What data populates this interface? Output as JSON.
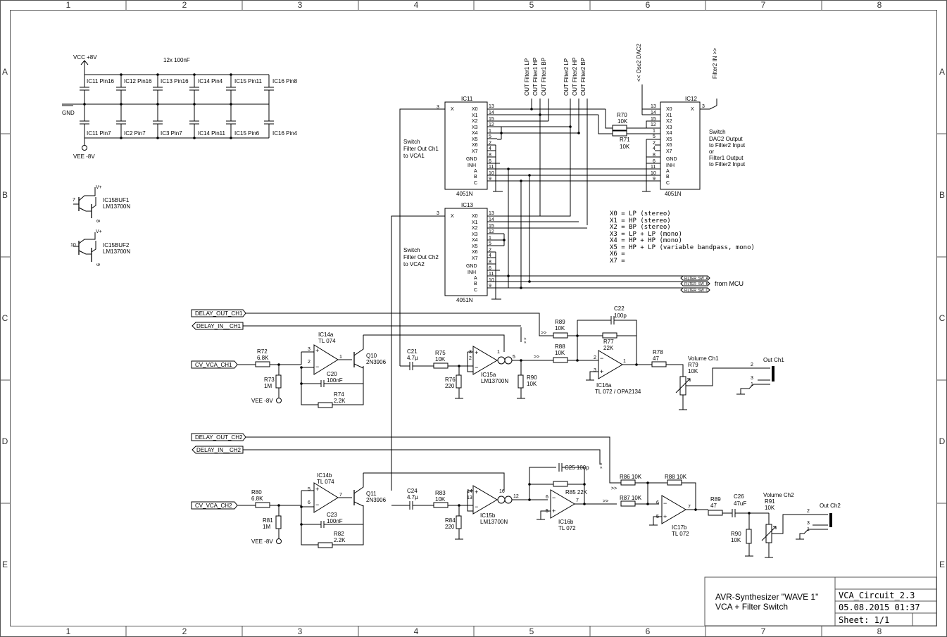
{
  "frame": {
    "columns": [
      "1",
      "2",
      "3",
      "4",
      "5",
      "6",
      "7",
      "8"
    ],
    "rows": [
      "A",
      "B",
      "C",
      "D",
      "E"
    ]
  },
  "power": {
    "vcc": "VCC +8V",
    "vee": "VEE -8V",
    "gnd": "GND",
    "cap_note": "12x 100nF",
    "caps_top": [
      "IC11 Pin16",
      "IC12 Pin16",
      "IC13 Pin16",
      "IC14 Pin4",
      "IC15 Pin11",
      "IC16 Pin8"
    ],
    "caps_bottom": [
      "IC11 Pin7",
      "IC2 Pin7",
      "IC3 Pin7",
      "IC14 Pin11",
      "IC15 Pin6",
      "IC16 Pin4"
    ]
  },
  "buffers": [
    {
      "name": "IC15BUF1",
      "part": "LM13700N",
      "pin_in": "7",
      "pin_out": "8",
      "supply": "V+"
    },
    {
      "name": "IC15BUF2",
      "part": "LM13700N",
      "pin_in": "10",
      "pin_out": "9",
      "supply": "V+"
    }
  ],
  "outputs_top": [
    "OUT Filter1 LP",
    "OUT Filter1 HP",
    "OUT Filter1 BP",
    "OUT Filter2 LP",
    "OUT Filter2 HP",
    "OUT Filter2 BP"
  ],
  "osc_dac2": "<< Osc2 DAC2",
  "filter2_in": "Filter2 IN >>",
  "ic11": {
    "name": "IC11",
    "part": "4051N",
    "left": [
      "X",
      "X0",
      "X1",
      "X2",
      "X3",
      "X4",
      "X5",
      "X6",
      "X7",
      "GND",
      "INH",
      "A",
      "B",
      "C"
    ],
    "pins": [
      "3",
      "13",
      "14",
      "15",
      "12",
      "1",
      "5",
      "2",
      "4",
      "8",
      "6",
      "11",
      "10",
      "9"
    ],
    "note_lines": [
      "Switch",
      "Filter Out Ch1",
      "to VCA1"
    ]
  },
  "ic12": {
    "name": "IC12",
    "part": "4051N",
    "pins": [
      "13",
      "14",
      "15",
      "12",
      "1",
      "5",
      "2",
      "4",
      "8",
      "6",
      "11",
      "10",
      "9"
    ],
    "labels": [
      "X0",
      "X1",
      "X2",
      "X3",
      "X4",
      "X5",
      "X6",
      "X7",
      "GND",
      "INH",
      "A",
      "B",
      "C"
    ],
    "x_pin": "X",
    "x_num": "3",
    "note_lines": [
      "Switch",
      "DAC2 Output",
      "to Filter2 Input",
      "or",
      "Filter1 Output",
      "to Filter2 Input"
    ]
  },
  "ic13": {
    "name": "IC13",
    "part": "4051N",
    "note_lines": [
      "Switch",
      "Filter Out Ch2",
      "to VCA2"
    ]
  },
  "r70": {
    "name": "R70",
    "value": "10K"
  },
  "r71": {
    "name": "R71",
    "value": "10K"
  },
  "mux_table": [
    "X0 = LP (stereo)",
    "X1 = HP (stereo)",
    "X2 = BP (stereo)",
    "X3 = LP + LP (mono)",
    "X4 = HP + HP (mono)",
    "X5 = HP + LP (variable bandpass, mono)",
    "X6 =",
    "X7 ="
  ],
  "from_mcu": "from MCU",
  "mcu_ports": [
    "FILTER_SW_A",
    "FILTER_SW_B",
    "FILTER_SW_C"
  ],
  "ports": {
    "delay_out_ch1": "DELAY_OUT_CH1",
    "delay_in_ch1": "DELAY_IN__CH1",
    "cv_vca_ch1": "CV_VCA_CH1",
    "delay_out_ch2": "DELAY_OUT_CH2",
    "delay_in_ch2": "DELAY_IN__CH2",
    "cv_vca_ch2": "CV_VCA_CH2"
  },
  "ch1": {
    "r72": "R72",
    "r72v": "6.8K",
    "r73": "R73",
    "r73v": "1M",
    "vee": "VEE -8V",
    "ic14a": "IC14a",
    "ic14a_part": "TL 074",
    "q10": "Q10",
    "q10_part": "2N3906",
    "c20": "C20",
    "c20v": "100nF",
    "r74": "R74",
    "r74v": "2.2K",
    "c21": "C21",
    "c21v": "4.7µ",
    "r75": "R75",
    "r75v": "10K",
    "r76": "R76",
    "r76v": "220",
    "ic15a": "IC15a",
    "ic15a_part": "LM13700N",
    "r90": "R90",
    "r90v": "10K",
    "r89": "R89",
    "r89v": "10K",
    "r88": "R88",
    "r88v": "10K",
    "c22": "C22",
    "c22v": "100p",
    "r77": "R77",
    "r77v": "22K",
    "ic16a": "IC16a",
    "ic16a_part": "TL 072 / OPA2134",
    "r78": "R78",
    "r78v": "47",
    "vol": "Volume Ch1",
    "r79": "R79",
    "r79v": "10K",
    "out": "Out Ch1",
    "pins": {
      "ic14_p3": "3",
      "ic14_p2": "2",
      "ic14_p1": "1",
      "ic15_p3": "3",
      "ic15_p2": "2",
      "ic15_p1": "1",
      "ic15_p5": "5",
      "ic16_p2": "2",
      "ic16_p3": "3",
      "ic16_p1": "1"
    }
  },
  "ch2": {
    "r80": "R80",
    "r80v": "6.8K",
    "r81": "R81",
    "r81v": "1M",
    "vee": "VEE -8V",
    "ic14b": "IC14b",
    "ic14b_part": "TL 074",
    "q11": "Q11",
    "q11_part": "2N3906",
    "c23": "C23",
    "c23v": "100nF",
    "r82": "R82",
    "r82v": "2.2K",
    "c24": "C24",
    "c24v": "4.7µ",
    "r83": "R83",
    "r83v": "10K",
    "r84": "R84",
    "r84v": "220",
    "ic15b": "IC15b",
    "ic15b_part": "LM13700N",
    "c25": "C25 100p",
    "r85": "R85 22K",
    "ic16b": "IC16b",
    "ic16b_part": "TL 072",
    "r86": "R86 10K",
    "r87": "R87 10K",
    "r88": "R88 10K",
    "ic17b": "IC17b",
    "ic17b_part": "TL 072",
    "r89": "R89",
    "r89v": "47",
    "c26": "C26",
    "c26v": "47uF",
    "r90": "R90",
    "r90v": "10K",
    "vol": "Volume Ch2",
    "r91": "R91",
    "r91v": "10K",
    "out": "Out Ch2",
    "pins": {
      "ic14_p5": "5",
      "ic14_p6": "6",
      "ic14_p7": "7",
      "ic15_p14": "14",
      "ic15_p13": "13",
      "ic15_p16": "16",
      "ic15_p12": "12",
      "ic16_p6": "6",
      "ic16_p5": "5",
      "ic16_p7": "7",
      "ic17_p6": "6",
      "ic17_p5": "5",
      "ic17_p7": "7"
    }
  },
  "title_block": {
    "title": "AVR-Synthesizer \"WAVE 1\"",
    "subtitle": "VCA + Filter Switch",
    "file": "VCA_Circuit_2.3",
    "date": "05.08.2015 01:37",
    "sheet": "Sheet: 1/1"
  }
}
